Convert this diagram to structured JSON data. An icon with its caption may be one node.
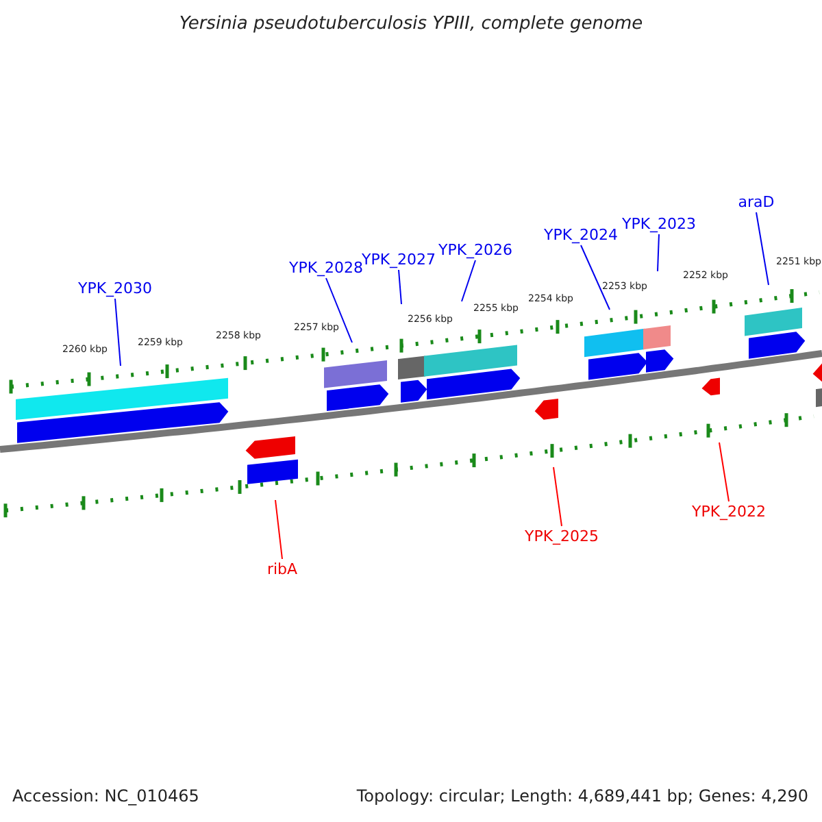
{
  "diagram": {
    "title": "Yersinia pseudotuberculosis YPIII, complete genome",
    "nodes": [
      {
        "text": [
          "YPK_2030"
        ]
      },
      {
        "text": [
          "YPK_2028"
        ]
      },
      {
        "text": [
          "YPK_2027"
        ]
      },
      {
        "text": [
          "YPK_2026"
        ]
      },
      {
        "text": [
          "YPK_2024"
        ]
      },
      {
        "text": [
          "YPK_2023"
        ]
      },
      {
        "text": [
          "araD"
        ]
      },
      {
        "text": [
          "ribA"
        ]
      },
      {
        "text": [
          "YPK_2025"
        ]
      },
      {
        "text": [
          "YPK_2022"
        ]
      }
    ],
    "edges": [
      {
        "from": 0,
        "to": null,
        "arrow": "none"
      },
      {
        "from": 1,
        "to": null,
        "arrow": "none"
      },
      {
        "from": 2,
        "to": null,
        "arrow": "none"
      },
      {
        "from": 3,
        "to": null,
        "arrow": "none"
      },
      {
        "from": 4,
        "to": null,
        "arrow": "none"
      },
      {
        "from": 5,
        "to": null,
        "arrow": "none"
      },
      {
        "from": 6,
        "to": null,
        "arrow": "none"
      },
      {
        "from": 7,
        "to": null,
        "arrow": "none",
        "color": "#ff0000"
      },
      {
        "from": 8,
        "to": null,
        "arrow": "none",
        "color": "#ff0000"
      },
      {
        "from": 9,
        "to": null,
        "arrow": "none",
        "color": "#ff0000"
      }
    ],
    "labels": [
      "2251 kbp",
      "2252 kbp",
      "2253 kbp",
      "2254 kbp",
      "2255 kbp",
      "2256 kbp",
      "2257 kbp",
      "2258 kbp",
      "2259 kbp",
      "2260 kbp",
      "Accession: NC_010465",
      "Topology: circular; Length: 4,689,441 bp; Genes: 4,290"
    ]
  }
}
